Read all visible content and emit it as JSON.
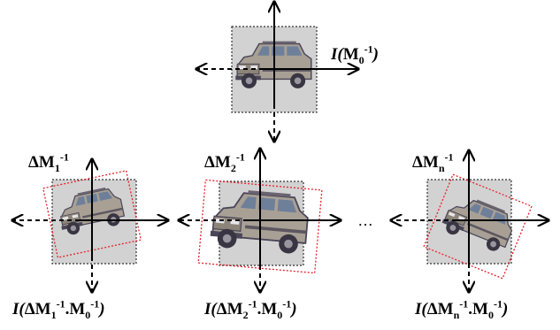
{
  "top": {
    "label": {
      "fn": "I",
      "open": "(",
      "m": "M",
      "m_sub": "0",
      "m_sup": "-1",
      "close": ")"
    }
  },
  "panels": [
    {
      "name": "panel-1",
      "label": {
        "delta": "ΔM",
        "sub": "1",
        "sup": "-1"
      },
      "bottom": {
        "fn": "I",
        "open": "(",
        "d": "ΔM",
        "d_sub": "1",
        "d_sup": "-1",
        "dot": ".",
        "m": "M",
        "m_sub": "0",
        "m_sup": "-1",
        "close": ")"
      },
      "rotation_deg": -12
    },
    {
      "name": "panel-2",
      "label": {
        "delta": "ΔM",
        "sub": "2",
        "sup": "-1"
      },
      "bottom": {
        "fn": "I",
        "open": "(",
        "d": "ΔM",
        "d_sub": "2",
        "d_sup": "-1",
        "dot": ".",
        "m": "M",
        "m_sub": "0",
        "m_sup": "-1",
        "close": ")"
      },
      "rotation_deg": 5
    },
    {
      "name": "panel-n",
      "label": {
        "delta": "ΔM",
        "sub": "n",
        "sup": "-1"
      },
      "bottom": {
        "fn": "I",
        "open": "(",
        "d": "ΔM",
        "d_sub": "n",
        "d_sup": "-1",
        "dot": ".",
        "m": "M",
        "m_sub": "0",
        "m_sup": "-1",
        "close": ")"
      },
      "rotation_deg": 22
    }
  ],
  "ellipsis": "…",
  "colors": {
    "box": "#d2d2d2",
    "box_border": "#333333",
    "red_frame": "#e8202a",
    "car_body": "#a8a095",
    "car_dark": "#4a4558",
    "glass": "#6e7f9a"
  }
}
